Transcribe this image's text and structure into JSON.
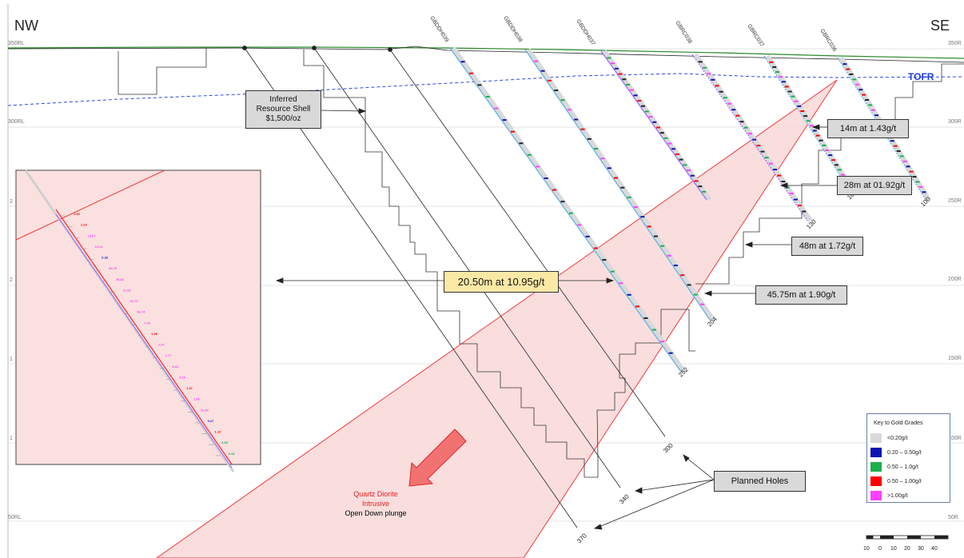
{
  "directions": {
    "left": "NW",
    "right": "SE"
  },
  "rl_labels_left": [
    "350RL",
    "300RL",
    "2",
    "2",
    "1",
    "1",
    "50RL"
  ],
  "rl_labels_right": [
    "350R",
    "300R",
    "250R",
    "200R",
    "150R",
    "100R",
    "50R"
  ],
  "holes": [
    {
      "name": "GBDDH039",
      "depth": "252"
    },
    {
      "name": "GBDDH038",
      "depth": ""
    },
    {
      "name": "GBDDH037",
      "depth": "204"
    },
    {
      "name": "GBRC038",
      "depth": "130"
    },
    {
      "name": "GBRC037",
      "depth": "100"
    },
    {
      "name": "GBRC036",
      "depth": "100"
    }
  ],
  "planned_depths": [
    "300",
    "340",
    "370"
  ],
  "callouts": {
    "shell_line1": "Inferred",
    "shell_line2": "Resource Shell",
    "shell_line3": "$1,500/oz",
    "main": "20.50m at 10.95g/t",
    "i1": "14m at 1.43g/t",
    "i2": "28m at 01.92g/t",
    "i3": "48m at 1.72g/t",
    "i4": "45.75m at 1.90g/t",
    "planned": "Planned Holes"
  },
  "tofr": "TOFR",
  "intrusive": {
    "line1": "Quartz Diorite",
    "line2": "Intrusive",
    "line3": "Open Down plunge"
  },
  "legend": {
    "title": "Key to Gold Grades",
    "items": [
      {
        "label": "<0.20g/t",
        "color": "#d9d9d9"
      },
      {
        "label": "0.20 – 0.50g/t",
        "color": "#0a14b4"
      },
      {
        "label": "0.50 – 1.0g/t",
        "color": "#19b04a"
      },
      {
        "label": "0.50 – 1.00g/t",
        "color": "#ff0000"
      },
      {
        "label": ">1.00g/t",
        "color": "#ff40ff"
      }
    ]
  },
  "inset_values": [
    {
      "v": "1.60",
      "c": "#ff0000"
    },
    {
      "v": "1.24",
      "c": "#ff0000"
    },
    {
      "v": "15.67",
      "c": "#ff40ff"
    },
    {
      "v": "10.21",
      "c": "#ff40ff"
    },
    {
      "v": "0.26",
      "c": "#0a14b4"
    },
    {
      "v": "34.79",
      "c": "#ff40ff"
    },
    {
      "v": "20.83",
      "c": "#ff40ff"
    },
    {
      "v": "11.03",
      "c": "#ff40ff"
    },
    {
      "v": "10.70",
      "c": "#ff40ff"
    },
    {
      "v": "56.74",
      "c": "#ff40ff"
    },
    {
      "v": "7.03",
      "c": "#ff40ff"
    },
    {
      "v": "1.98",
      "c": "#ff0000"
    },
    {
      "v": "2.87",
      "c": "#ff40ff"
    },
    {
      "v": "2.77",
      "c": "#ff40ff"
    },
    {
      "v": "6.62",
      "c": "#ff40ff"
    },
    {
      "v": "3.20",
      "c": "#ff40ff"
    },
    {
      "v": "1.07",
      "c": "#ff0000"
    },
    {
      "v": "1.68",
      "c": "#ff40ff"
    },
    {
      "v": "16.53",
      "c": "#ff40ff"
    },
    {
      "v": "0.27",
      "c": "#0a14b4"
    },
    {
      "v": "1.14",
      "c": "#ff0000"
    },
    {
      "v": "0.59",
      "c": "#19b04a"
    },
    {
      "v": "0.62",
      "c": "#19b04a"
    }
  ],
  "scale_labels": [
    "10",
    "0",
    "10",
    "20",
    "30",
    "40"
  ]
}
